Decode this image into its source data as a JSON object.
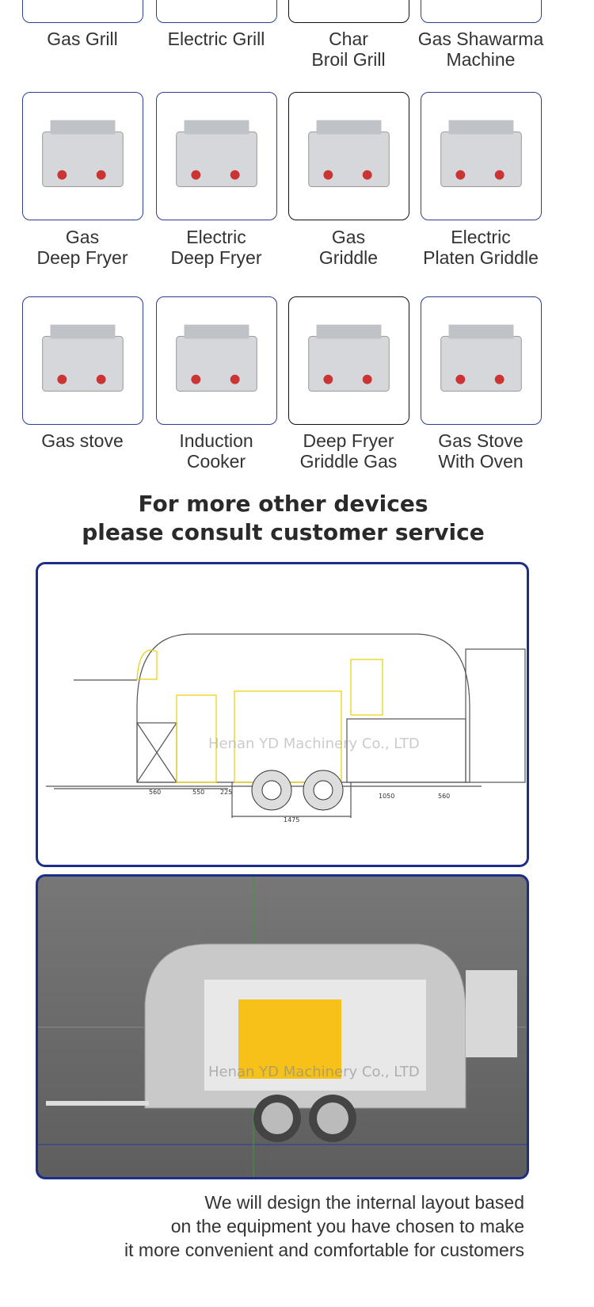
{
  "equipment": [
    {
      "label": "Gas Grill",
      "line2": ""
    },
    {
      "label": "Electric Grill",
      "line2": ""
    },
    {
      "label": "Char",
      "line2": "Broil Grill"
    },
    {
      "label": "Gas Shawarma",
      "line2": "Machine"
    },
    {
      "label": "Gas",
      "line2": "Deep Fryer"
    },
    {
      "label": "Electric",
      "line2": "Deep Fryer"
    },
    {
      "label": "Gas",
      "line2": "Griddle"
    },
    {
      "label": "Electric",
      "line2": "Platen Griddle"
    },
    {
      "label": "Gas stove",
      "line2": ""
    },
    {
      "label": "Induction",
      "line2": "Cooker"
    },
    {
      "label": "Deep Fryer",
      "line2": "Griddle Gas"
    },
    {
      "label": "Gas Stove",
      "line2": "With Oven"
    }
  ],
  "heading": {
    "line1": "For more other devices",
    "line2": "please consult customer service"
  },
  "drawing": {
    "dims": [
      "560",
      "550",
      "225",
      "1475",
      "1050",
      "560"
    ],
    "watermark": "Henan YD Machinery Co., LTD"
  },
  "render": {
    "watermark": "Henan YD Machinery Co., LTD"
  },
  "footer": {
    "line1": "We will design the internal layout based",
    "line2": "on the equipment you have chosen to make",
    "line3": "it more convenient and comfortable for customers"
  },
  "colors": {
    "border": "#1c2e88",
    "render_bg": "#6a6a6a"
  }
}
